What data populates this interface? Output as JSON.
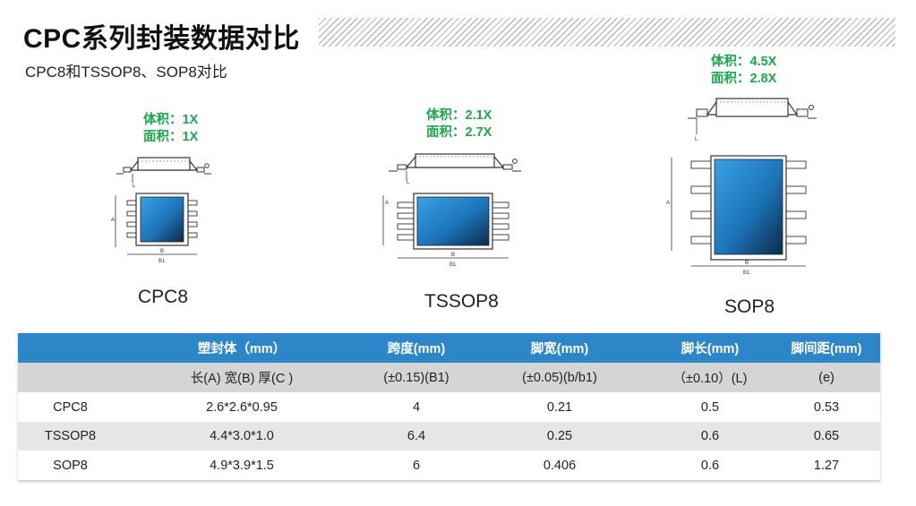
{
  "header": {
    "title": "CPC系列封装数据对比",
    "subtitle": "CPC8和TSSOP8、SOP8对比"
  },
  "packages": [
    {
      "name": "CPC8",
      "volume": "体积：1X",
      "area": "面积：1X"
    },
    {
      "name": "TSSOP8",
      "volume": "体积：2.1X",
      "area": "面积：2.7X"
    },
    {
      "name": "SOP8",
      "volume": "体积：4.5X",
      "area": "面积：2.8X"
    }
  ],
  "table": {
    "headers": [
      "",
      "塑封体（mm）",
      "跨度(mm)",
      "脚宽(mm)",
      "脚长(mm)",
      "脚间距(mm)"
    ],
    "subheaders": [
      "",
      "长(A) 宽(B) 厚(C )",
      "(±0.15)(B1)",
      "(±0.05)(b/b1)",
      "（±0.10）(L)",
      "(e)"
    ],
    "rows": [
      [
        "CPC8",
        "2.6*2.6*0.95",
        "4",
        "0.21",
        "0.5",
        "0.53"
      ],
      [
        "TSSOP8",
        "4.4*3.0*1.0",
        "6.4",
        "0.25",
        "0.6",
        "0.65"
      ],
      [
        "SOP8",
        "4.9*3.9*1.5",
        "6",
        "0.406",
        "0.6",
        "1.27"
      ]
    ]
  },
  "drawing_labels": {
    "a": "A",
    "b": "B",
    "b1": "B1",
    "l": "L"
  },
  "colors": {
    "header_blue": "#2d86c8",
    "ratio_green": "#1aa84a",
    "chip_light": "#3aa0e6",
    "chip_dark": "#0b2a4a"
  }
}
